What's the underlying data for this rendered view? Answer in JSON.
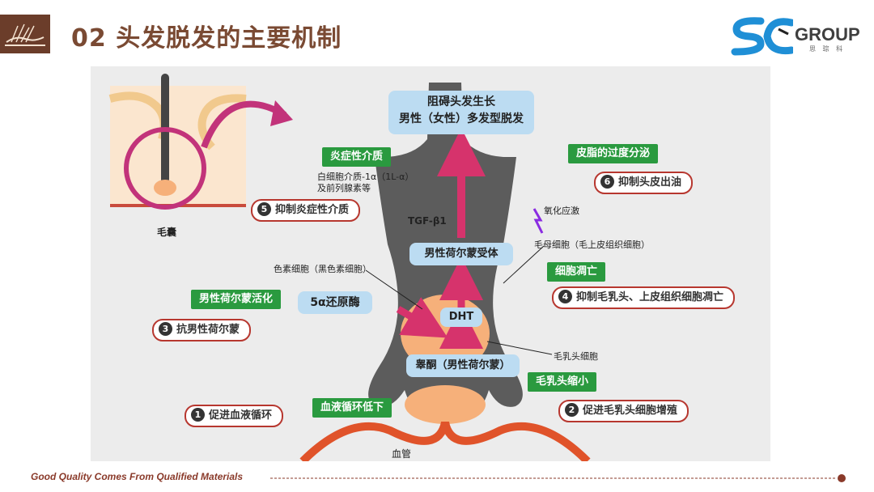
{
  "header": {
    "title": "02 头发脱发的主要机制"
  },
  "brand": {
    "name": "GROUP",
    "sub": "思 琮 科",
    "mark": "SC"
  },
  "footer": {
    "text": "Good Quality Comes From Qualified Materials"
  },
  "colors": {
    "title": "#7a4a33",
    "green_label": "#2a9a3f",
    "red_border": "#b7372f",
    "blue_box": "#bcdcf2",
    "hair": "#5c5c5c",
    "dermal_papilla": "#f6b07a",
    "arrow": "#d6336c",
    "vessel": "#e0532a"
  },
  "diagram": {
    "outcome": {
      "line1": "阻碍头发生长",
      "line2": "男性（女性）多发型脱发"
    },
    "follicle_label": "毛囊",
    "inflammation": {
      "title": "炎症性介质",
      "line1": "白细胞介质-1α（1L-α）",
      "line2": "及前列腺素等"
    },
    "sebum": {
      "title": "皮脂的过度分泌"
    },
    "tgf": "TGF-β1",
    "oxidative": "氧化应激",
    "receptor": "男性荷尔蒙受体",
    "keratinocyte": "毛母细胞（毛上皮组织细胞）",
    "melanocyte": "色素细胞（黑色素细胞）",
    "apoptosis": "细胞凋亡",
    "androgen_activation": "男性荷尔蒙活化",
    "reductase": "5α还原酶",
    "dht": "DHT",
    "papilla_cell": "毛乳头细胞",
    "testosterone": "睾酮（男性荷尔蒙）",
    "papilla_shrink": "毛乳头缩小",
    "circulation_low": "血液循环低下",
    "vessel": "血管",
    "actions": [
      {
        "num": "1",
        "text": "促进血液循环"
      },
      {
        "num": "2",
        "text": "促进毛乳头细胞增殖"
      },
      {
        "num": "3",
        "text": "抗男性荷尔蒙"
      },
      {
        "num": "4",
        "text": "抑制毛乳头、上皮组织细胞凋亡"
      },
      {
        "num": "5",
        "text": "抑制炎症性介质"
      },
      {
        "num": "6",
        "text": "抑制头皮出油"
      }
    ]
  }
}
